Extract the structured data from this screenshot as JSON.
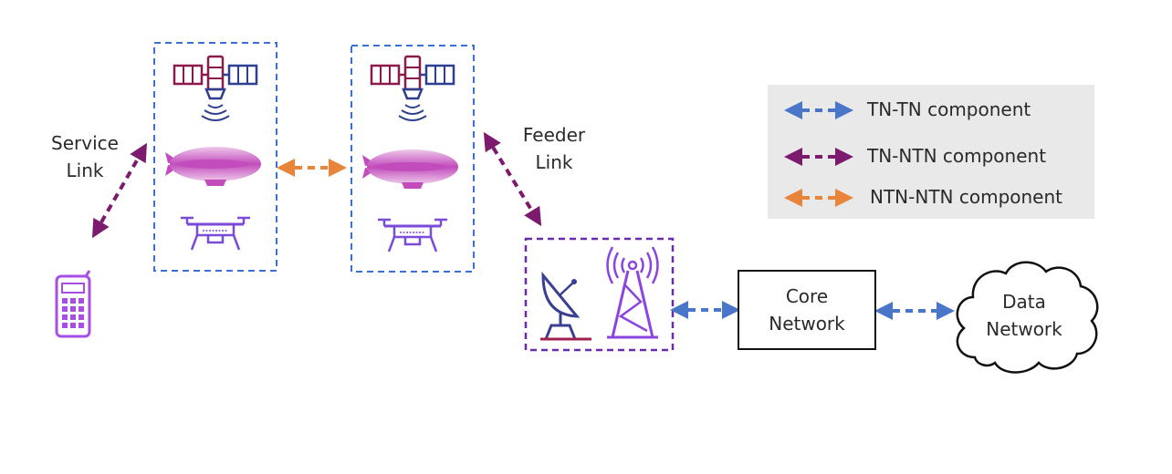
{
  "labels": {
    "service_link_line1": "Service",
    "service_link_line2": "Link",
    "feeder_link_line1": "Feeder",
    "feeder_link_line2": "Link",
    "core_network_line1": "Core",
    "core_network_line2": "Network",
    "data_network_line1": "Data",
    "data_network_line2": "Network"
  },
  "legend": {
    "items": [
      {
        "label": "TN-TN component",
        "color": "#4a76c9"
      },
      {
        "label": "TN-NTN component",
        "color": "#7c1a6e"
      },
      {
        "label": "NTN-NTN component",
        "color": "#e8853a"
      }
    ]
  },
  "colors": {
    "satellite": "#8b1a4a",
    "satellite_panel": "#2e3f8f",
    "airship_light": "#e3b6e0",
    "airship_dark": "#c24cbc",
    "drone": "#7a4ad8",
    "phone": "#a64ee6",
    "tower": "#8c44e0",
    "dish": "#3a3f8f",
    "box_blue": "#3a6fd8",
    "box_purple": "#6a2ab0"
  },
  "icons": [
    "satellite-icon",
    "airship-icon",
    "drone-icon",
    "mobile-phone-icon",
    "satellite-dish-icon",
    "cell-tower-icon",
    "cloud-icon"
  ]
}
